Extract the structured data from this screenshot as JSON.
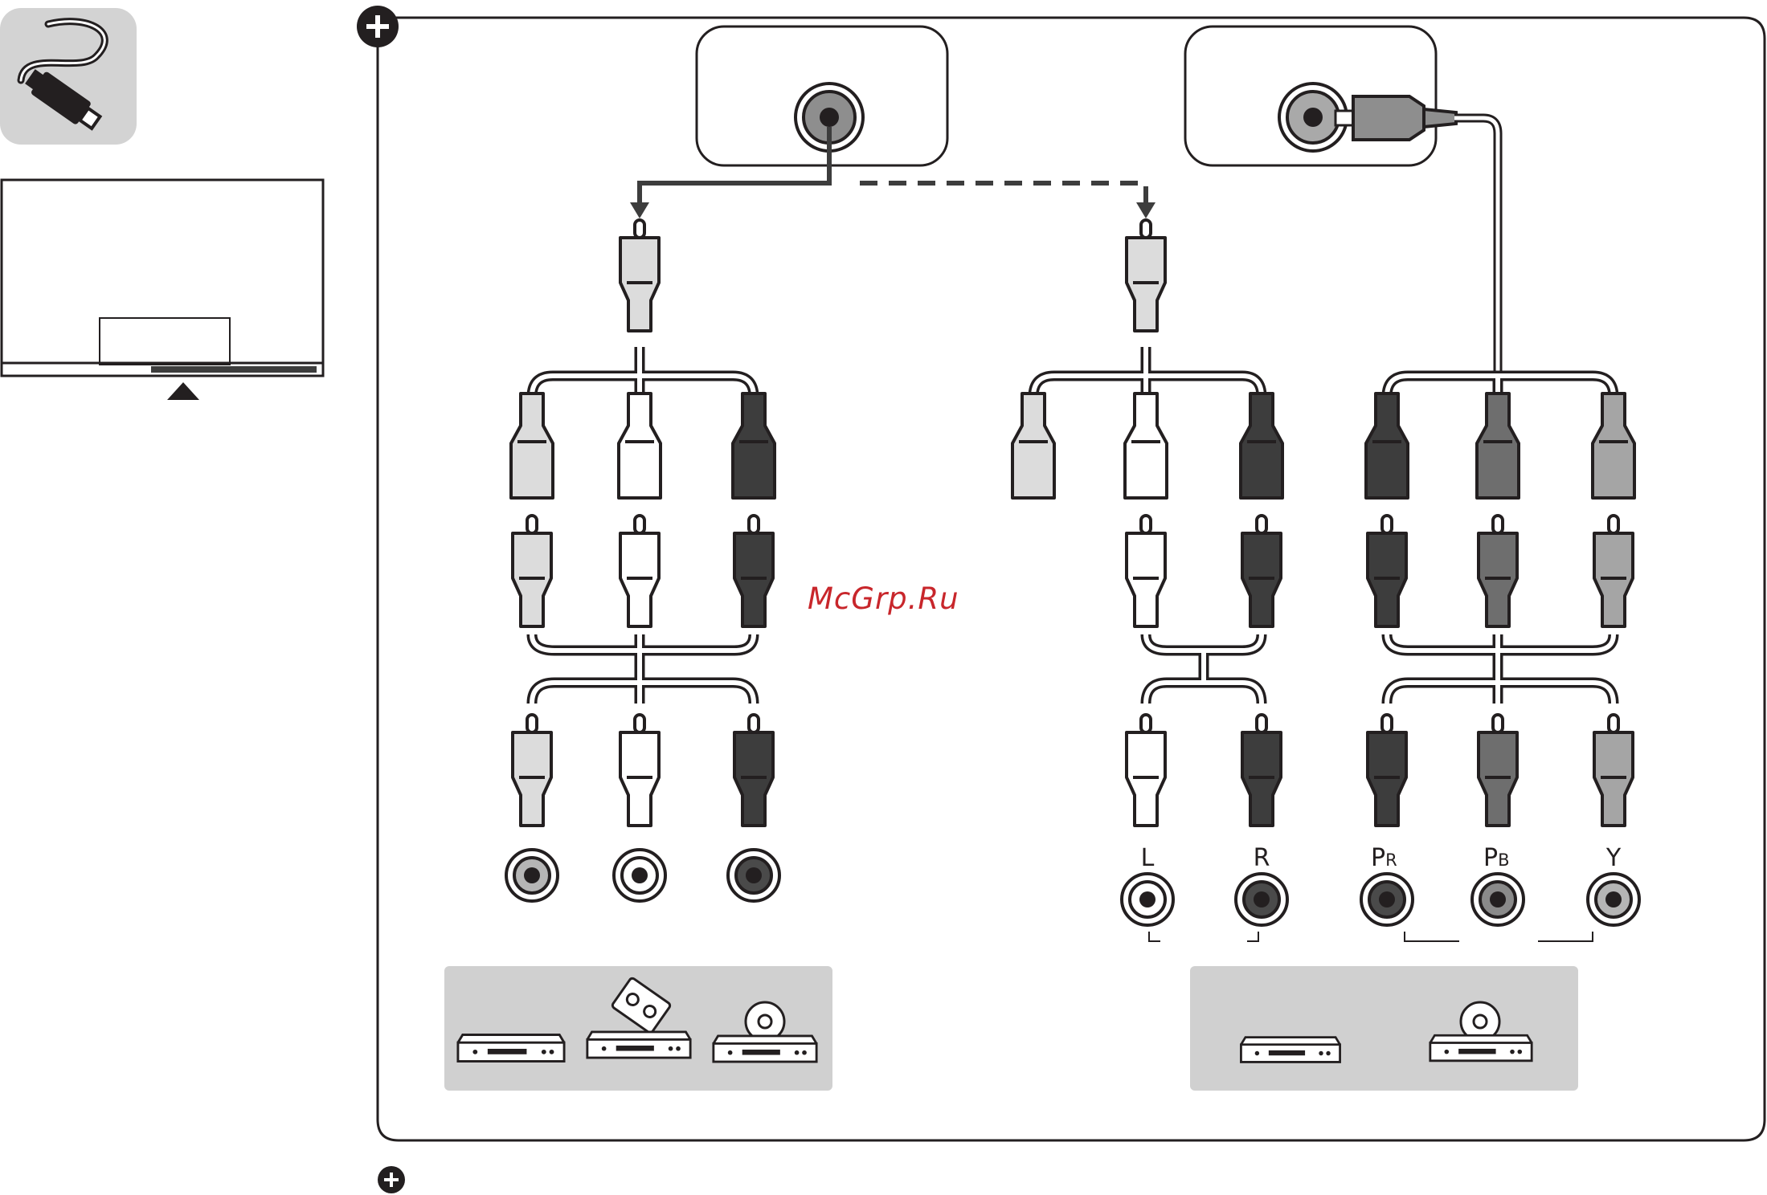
{
  "watermark": "McGrp.Ru",
  "component_ports": {
    "left_label": "L",
    "right_label": "R",
    "pr_main": "P",
    "pr_sub": "R",
    "pb_main": "P",
    "pb_sub": "B",
    "y_label": "Y"
  },
  "colors": {
    "light_gray": "#dcdcdc",
    "white": "#ffffff",
    "black": "#3d3d3d",
    "mid_gray": "#6e6e6e",
    "silver": "#a5a5a5",
    "panel": "#cfcfcf",
    "outline": "#231f20"
  },
  "icons": [
    "cable-plug-icon",
    "tv-outline-icon",
    "plus-circle-icon",
    "dvd-player-icon",
    "vcr-icon",
    "game-console-icon",
    "set-top-box-icon",
    "blu-ray-player-icon"
  ]
}
